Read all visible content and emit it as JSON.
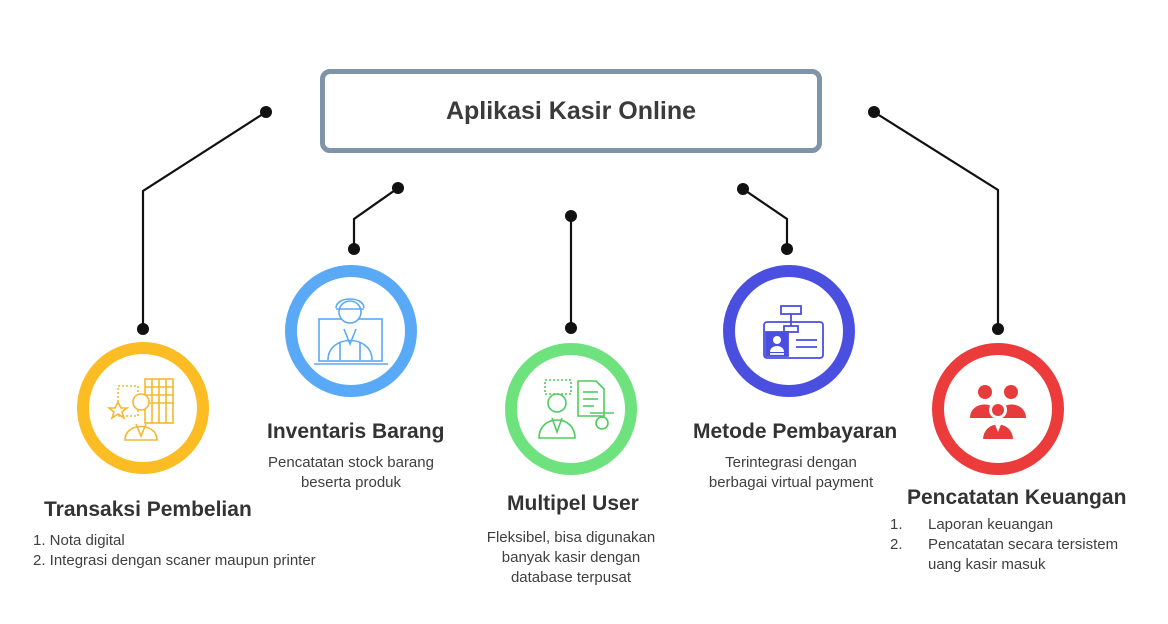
{
  "title": "Aplikasi Kasir Online",
  "colors": {
    "title_border": "#7f94a6",
    "transaksi": "#fbbd23",
    "inventaris": "#5aa9f6",
    "multipel": "#6ee27c",
    "metode": "#4a4fe0",
    "keuangan": "#ec3b3b",
    "connector": "#111111"
  },
  "features": {
    "transaksi": {
      "heading": "Transaksi Pembelian",
      "icon": "cashier-person-icon",
      "items": [
        "1. Nota digital",
        "2. Integrasi dengan scaner maupun  printer"
      ]
    },
    "inventaris": {
      "heading": "Inventaris Barang",
      "icon": "inventory-monitor-icon",
      "lines": [
        "Pencatatan stock barang",
        "beserta produk"
      ]
    },
    "multipel": {
      "heading": "Multipel User",
      "icon": "multi-user-document-icon",
      "lines": [
        "Fleksibel, bisa digunakan",
        "banyak kasir dengan",
        "database terpusat"
      ]
    },
    "metode": {
      "heading": "Metode Pembayaran",
      "icon": "payment-card-icon",
      "lines": [
        "Terintegrasi dengan",
        "berbagai virtual payment"
      ]
    },
    "keuangan": {
      "heading": "Pencatatan Keuangan",
      "icon": "finance-team-icon",
      "items": [
        {
          "num": "1.",
          "lines": [
            "Laporan keuangan"
          ]
        },
        {
          "num": "2.",
          "lines": [
            "Pencatatan secara tersistem",
            "uang kasir masuk"
          ]
        }
      ]
    }
  }
}
